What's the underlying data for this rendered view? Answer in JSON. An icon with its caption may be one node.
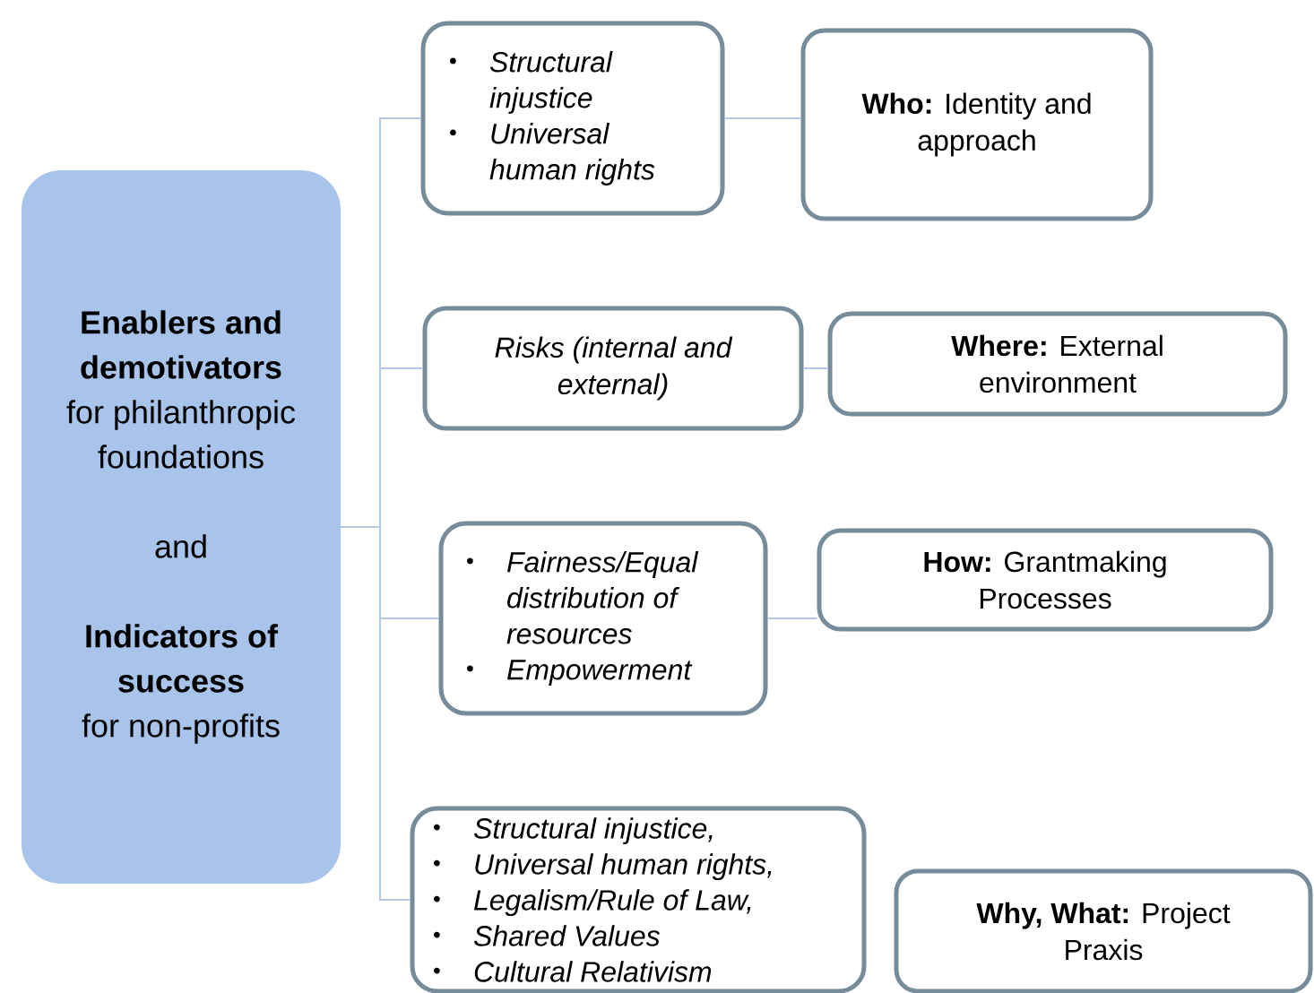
{
  "diagram": {
    "nodes": [
      {
        "text": [
          "Enablers and demotivators",
          "for philanthropic foundations",
          "and",
          "Indicators of success",
          "for non-profits"
        ]
      },
      {
        "text": [
          "Structural injustice",
          "Universal human rights"
        ]
      },
      {
        "text": [
          "**Who:** Identity and approach"
        ]
      },
      {
        "text": [
          "Risks (internal and external)"
        ]
      },
      {
        "text": [
          "**Where:** External environment"
        ]
      },
      {
        "text": [
          "Fairness/Equal distribution of resources",
          "Empowerment"
        ]
      },
      {
        "text": [
          "**How:** Grantmaking Processes"
        ]
      },
      {
        "text": [
          "Structural injustice,",
          "Universal human rights,",
          "Legalism/Rule of Law,",
          "Shared Values",
          "Cultural Relativism"
        ]
      },
      {
        "text": [
          "**Why, What:** Project Praxis"
        ]
      }
    ],
    "edges": [
      {
        "from": 0,
        "to": 1,
        "arrow": "none"
      },
      {
        "from": 0,
        "to": 3,
        "arrow": "none"
      },
      {
        "from": 0,
        "to": 5,
        "arrow": "none"
      },
      {
        "from": 0,
        "to": 7,
        "arrow": "none"
      },
      {
        "from": 1,
        "to": 2,
        "arrow": "none"
      },
      {
        "from": 3,
        "to": 4,
        "arrow": "none"
      },
      {
        "from": 5,
        "to": 6,
        "arrow": "none"
      }
    ]
  }
}
